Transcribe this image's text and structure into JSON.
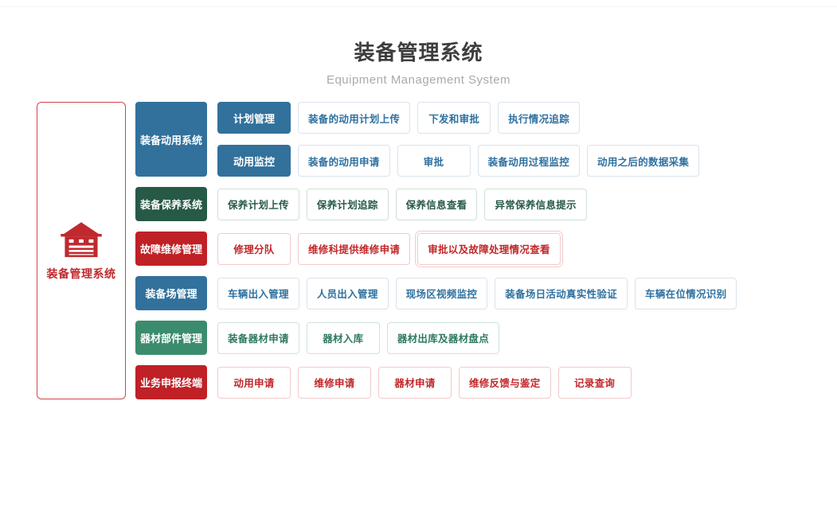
{
  "header": {
    "title": "装备管理系统",
    "subtitle": "Equipment Management System"
  },
  "root": {
    "label": "装备管理系统",
    "icon": "garage-icon",
    "accent_color": "#c0292e",
    "border_color": "#d0474c"
  },
  "themes": {
    "blue": {
      "solid": "#31719c",
      "text": "#2e71a0",
      "border": "#d9e3ec"
    },
    "darkgreen": {
      "solid": "#275947",
      "text": "#27594a",
      "border": "#d0e0d8"
    },
    "green": {
      "solid": "#3b8b6d",
      "text": "#2f7a5e",
      "border": "#cfe3d9"
    },
    "red": {
      "solid": "#bf2126",
      "text": "#c2272a",
      "border": "#f2caca"
    }
  },
  "groups": [
    {
      "label": "装备动用系统",
      "theme": "blue",
      "subgroups": [
        {
          "label": "计划管理",
          "items": [
            "装备的动用计划上传",
            "下发和审批",
            "执行情况追踪"
          ]
        },
        {
          "label": "动用监控",
          "items": [
            "装备的动用申请",
            "审批",
            "装备动用过程监控",
            "动用之后的数据采集"
          ]
        }
      ]
    },
    {
      "label": "装备保养系统",
      "theme": "darkgreen",
      "items": [
        "保养计划上传",
        "保养计划追踪",
        "保养信息查看",
        "异常保养信息提示"
      ]
    },
    {
      "label": "故障维修管理",
      "theme": "red",
      "items": [
        "修理分队",
        "维修科提供维修申请",
        "审批以及故障处理情况查看"
      ],
      "emphasis_index": 2
    },
    {
      "label": "装备场管理",
      "theme": "blue",
      "items": [
        "车辆出入管理",
        "人员出入管理",
        "现场区视频监控",
        "装备场日活动真实性验证",
        "车辆在位情况识别"
      ]
    },
    {
      "label": "器材部件管理",
      "theme": "green",
      "items": [
        "装备器材申请",
        "器材入库",
        "器材出库及器材盘点"
      ]
    },
    {
      "label": "业务申报终端",
      "theme": "red",
      "items": [
        "动用申请",
        "维修申请",
        "器材申请",
        "维修反馈与鉴定",
        "记录查询"
      ]
    }
  ]
}
